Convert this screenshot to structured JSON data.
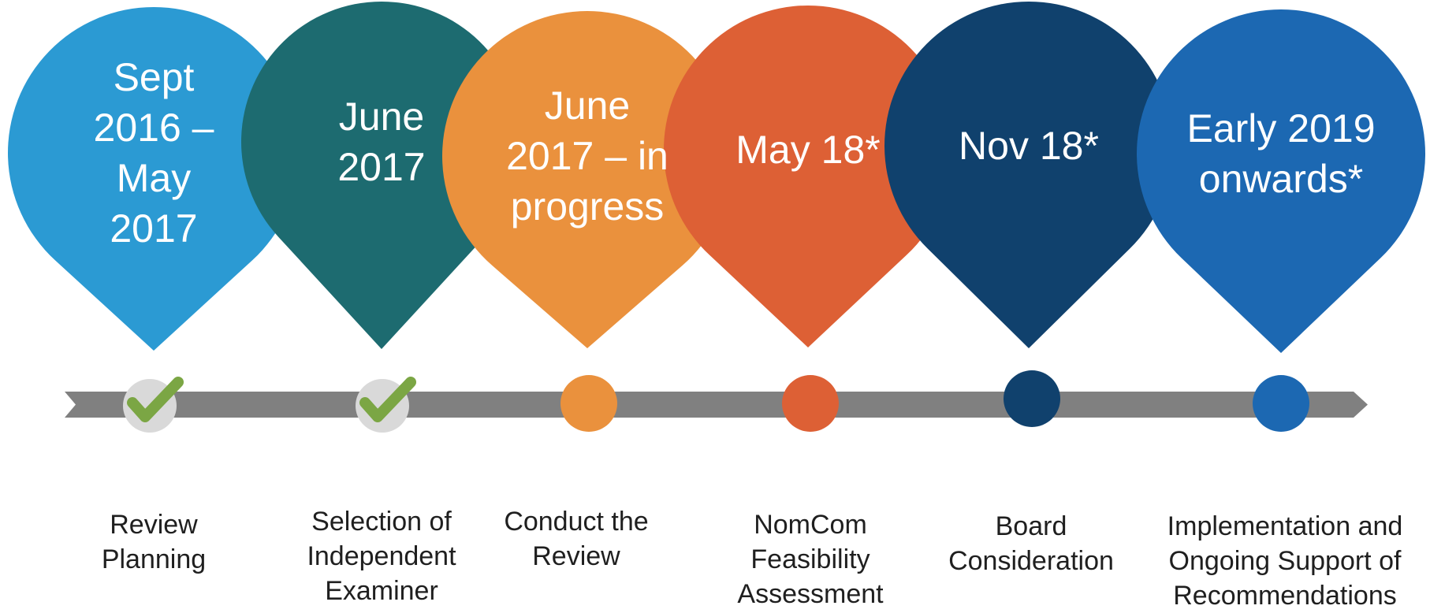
{
  "milestones": [
    {
      "date": "Sept\n2016 –\nMay\n2017",
      "caption": "Review\nPlanning",
      "color": "#2B9AD3",
      "status": "complete",
      "marker_icon": "checkmark-icon"
    },
    {
      "date": "June\n2017",
      "caption": "Selection of\nIndependent\nExaminer",
      "color": "#1D6B70",
      "status": "complete",
      "marker_icon": "checkmark-icon"
    },
    {
      "date": "June\n2017 – in\nprogress",
      "caption": "Conduct the\nReview",
      "color": "#EA913D",
      "status": "in-progress",
      "marker_icon": "circle-marker"
    },
    {
      "date": "May 18*",
      "caption": "NomCom\nFeasibility\nAssessment",
      "color": "#DD6035",
      "status": "upcoming",
      "marker_icon": "circle-marker"
    },
    {
      "date": "Nov 18*",
      "caption": "Board\nConsideration",
      "color": "#10416D",
      "status": "upcoming",
      "marker_icon": "circle-marker"
    },
    {
      "date": "Early 2019\nonwards*",
      "caption": "Implementation and\nOngoing Support of\nRecommendations",
      "color": "#1C68B2",
      "status": "upcoming",
      "marker_icon": "circle-marker"
    }
  ],
  "colors": {
    "timeline_bar": "#808080",
    "check_bg": "#D9D9D9",
    "check_mark": "#7BA644"
  }
}
